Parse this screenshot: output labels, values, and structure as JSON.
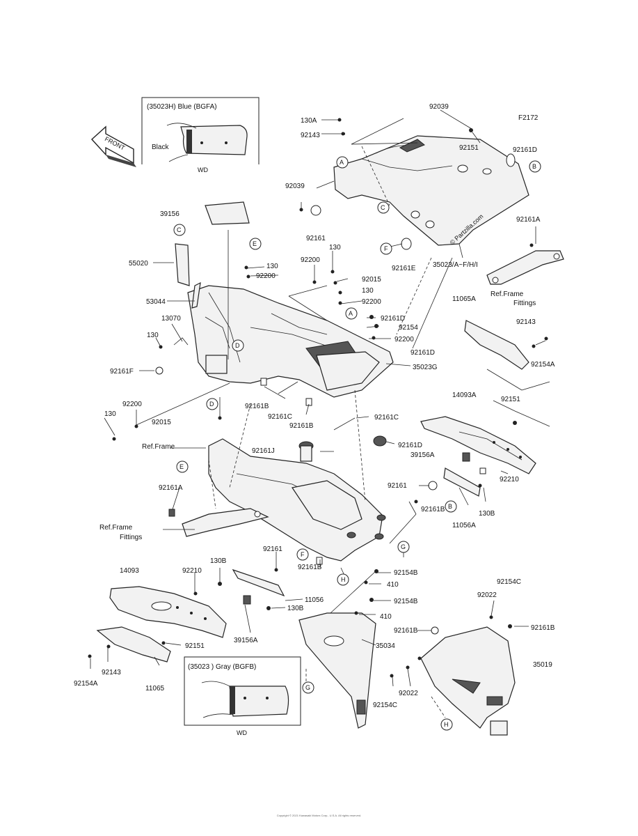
{
  "figure_code": "F2172",
  "watermark": "© Partzilla.com",
  "front_label": "FRONT",
  "inset_top": {
    "header": "(35023H)  Blue  (BGFA)",
    "color_note": "Black",
    "footer": "WD"
  },
  "inset_bottom": {
    "header": "(35023  )  Gray  (BGFB)",
    "footer": "WD"
  },
  "callouts": {
    "A": "A",
    "B": "B",
    "C": "C",
    "D": "D",
    "E": "E",
    "F": "F",
    "G": "G",
    "H": "H"
  },
  "labels": {
    "l_130A": "130A",
    "l_92039_top": "92039",
    "l_92143_top": "92143",
    "l_92151_top": "92151",
    "l_92161D_top": "92161D",
    "l_92039_left": "92039",
    "l_92161_top": "92161",
    "l_92161E": "92161E",
    "l_35023": "35023/A~F/H/I",
    "l_92161A_right": "92161A",
    "l_refframe_fittings_right_1": "Ref.Frame",
    "l_refframe_fittings_right_2": "Fittings",
    "l_39156": "39156",
    "l_55020": "55020",
    "l_130_a": "130",
    "l_92200_a": "92200",
    "l_92200_b": "92200",
    "l_130_b": "130",
    "l_92015_a": "92015",
    "l_130_c": "130",
    "l_92200_c": "92200",
    "l_53044": "53044",
    "l_13070": "13070",
    "l_130_d": "130",
    "l_92161F": "92161F",
    "l_92161D_mid": "92161D",
    "l_92154_mid": "92154",
    "l_92200_d": "92200",
    "l_92161D_mid2": "92161D",
    "l_35023G": "35023G",
    "l_11065A": "11065A",
    "l_92143_right": "92143",
    "l_92154A_right": "92154A",
    "l_92200_left": "92200",
    "l_130_left": "130",
    "l_92015_left": "92015",
    "l_92161B_a": "92161B",
    "l_92161C_a": "92161C",
    "l_92161B_b": "92161B",
    "l_92161C_b": "92161C",
    "l_14093A": "14093A",
    "l_92151_right": "92151",
    "l_refframe_mid": "Ref.Frame",
    "l_92161J": "92161J",
    "l_92161D_lower": "92161D",
    "l_39156A_right": "39156A",
    "l_92161_right": "92161",
    "l_92210_right": "92210",
    "l_130B_right": "130B",
    "l_11056A": "11056A",
    "l_92161B_right": "92161B",
    "l_92161A_left": "92161A",
    "l_refframe_left_1": "Ref.Frame",
    "l_refframe_left_2": "Fittings",
    "l_92161_mid": "92161",
    "l_130B_mid": "130B",
    "l_92161B_mid": "92161B",
    "l_92154B_a": "92154B",
    "l_410_a": "410",
    "l_92154B_b": "92154B",
    "l_410_b": "410",
    "l_92154C_right": "92154C",
    "l_92022_right": "92022",
    "l_14093": "14093",
    "l_92210_left": "92210",
    "l_11056": "11056",
    "l_130B_low": "130B",
    "l_39156A_left": "39156A",
    "l_92151_left": "92151",
    "l_92143_left": "92143",
    "l_92154A_left": "92154A",
    "l_11065": "11065",
    "l_35034": "35034",
    "l_92161B_low": "92161B",
    "l_92161B_lowright": "92161B",
    "l_35019": "35019",
    "l_92154C_low": "92154C",
    "l_92022_low": "92022"
  },
  "footer_text": "Copyright © 2021 Kawasaki Motors Corp., U.S.A. All rights reserved."
}
